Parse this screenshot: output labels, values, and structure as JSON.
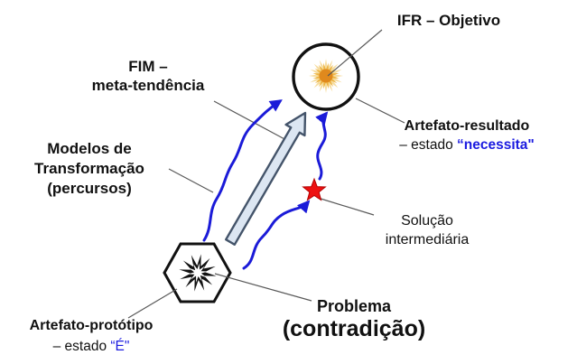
{
  "labels": {
    "ifr": "IFR – Objetivo",
    "fim": {
      "line1": "FIM –",
      "line2": "meta-tendência"
    },
    "modelos": {
      "line1": "Modelos de",
      "line2": "Transformação",
      "line3": "(percursos)"
    },
    "artefato_resultado": {
      "title": "Artefato-resultado",
      "estado_prefix": "– estado ",
      "estado_value": "“necessita\""
    },
    "solucao": {
      "line1": "Solução",
      "line2": "intermediária"
    },
    "problema": {
      "line1": "Problema",
      "line2": "(contradição)"
    },
    "artefato_prototipo": {
      "title": "Artefato-protótipo",
      "estado_prefix": "– estado ",
      "estado_value": "“É\""
    }
  },
  "icons": {
    "goal": "sun-burst-icon",
    "problem": "explosion-icon",
    "intermediate_solution": "red-star-icon",
    "meta_trend": "big-arrow-icon",
    "paths": "wavy-arrow-icon"
  },
  "colors": {
    "text_black": "#111111",
    "blue_text": "#1b1be0",
    "flow_blue": "#1b1bd8",
    "star_red": "#ee1111",
    "star_red_edge": "#b30000",
    "arrow_fill": "#dce6f2",
    "arrow_stroke": "#44546a",
    "connector_gray": "#595959",
    "shape_outline": "#111111",
    "sun_core": "#e0891d",
    "sun_ray_inner": "#edb545",
    "sun_ray_outer": "#f5d996"
  }
}
